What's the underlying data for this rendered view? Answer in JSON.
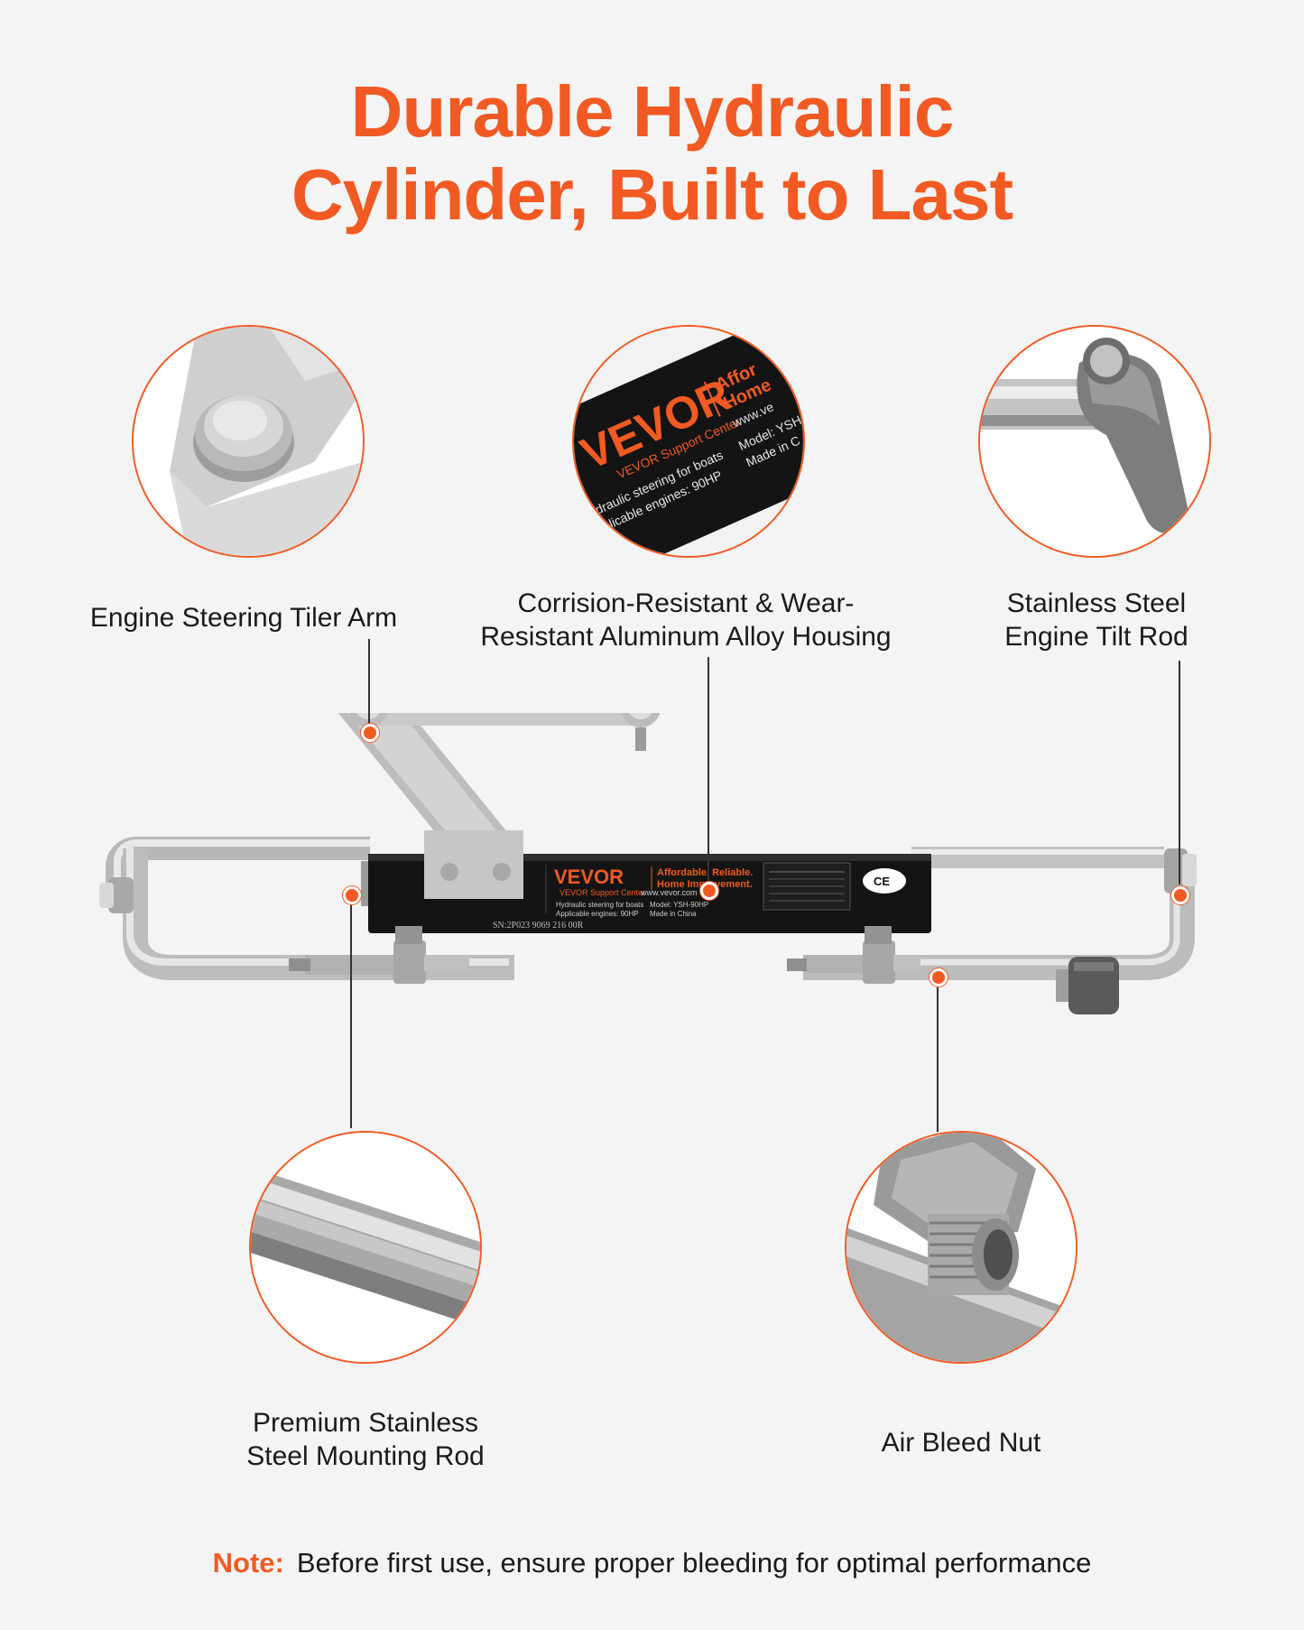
{
  "title": {
    "line1": "Durable Hydraulic",
    "line2": "Cylinder, Built to Last"
  },
  "features": {
    "tiller_arm": {
      "label": "Engine Steering Tiler Arm"
    },
    "housing": {
      "line1": "Corrision-Resistant & Wear-",
      "line2": "Resistant Aluminum Alloy Housing"
    },
    "tilt_rod": {
      "line1": "Stainless Steel",
      "line2": "Engine Tilt Rod"
    },
    "mounting_rod": {
      "line1": "Premium Stainless",
      "line2": "Steel Mounting Rod"
    },
    "bleed_nut": {
      "label": "Air Bleed Nut"
    }
  },
  "cylinder_label": {
    "brand": "VEVOR",
    "tagline1": "Affordable. Reliable.",
    "tagline2": "Home Improvement.",
    "support": "VEVOR Support Center",
    "url": "www.vevor.com",
    "line1": "Hydraulic steering for boats",
    "line2": "Applicable engines: 90HP",
    "model": "Model: YSH-90HP",
    "made": "Made in China",
    "ce": "CE",
    "serial": "SN:2P023 9069 216 00R"
  },
  "zoom_label": {
    "brand": "VEVOR",
    "line1": "VEVOR Support Center",
    "line2": "draulic steering for boats",
    "line3": "plicable engines: 90HP",
    "line4": "Model: YSH",
    "line5": "Made in C",
    "tag1": "Affor",
    "tag2": "Home",
    "url": "www.ve"
  },
  "note": {
    "key": "Note:",
    "text": "Before first use, ensure proper bleeding for optimal performance"
  },
  "colors": {
    "accent": "#f15a22",
    "background": "#f4f4f4",
    "cylinder": "#111111",
    "steel": "#c9c9c9"
  }
}
